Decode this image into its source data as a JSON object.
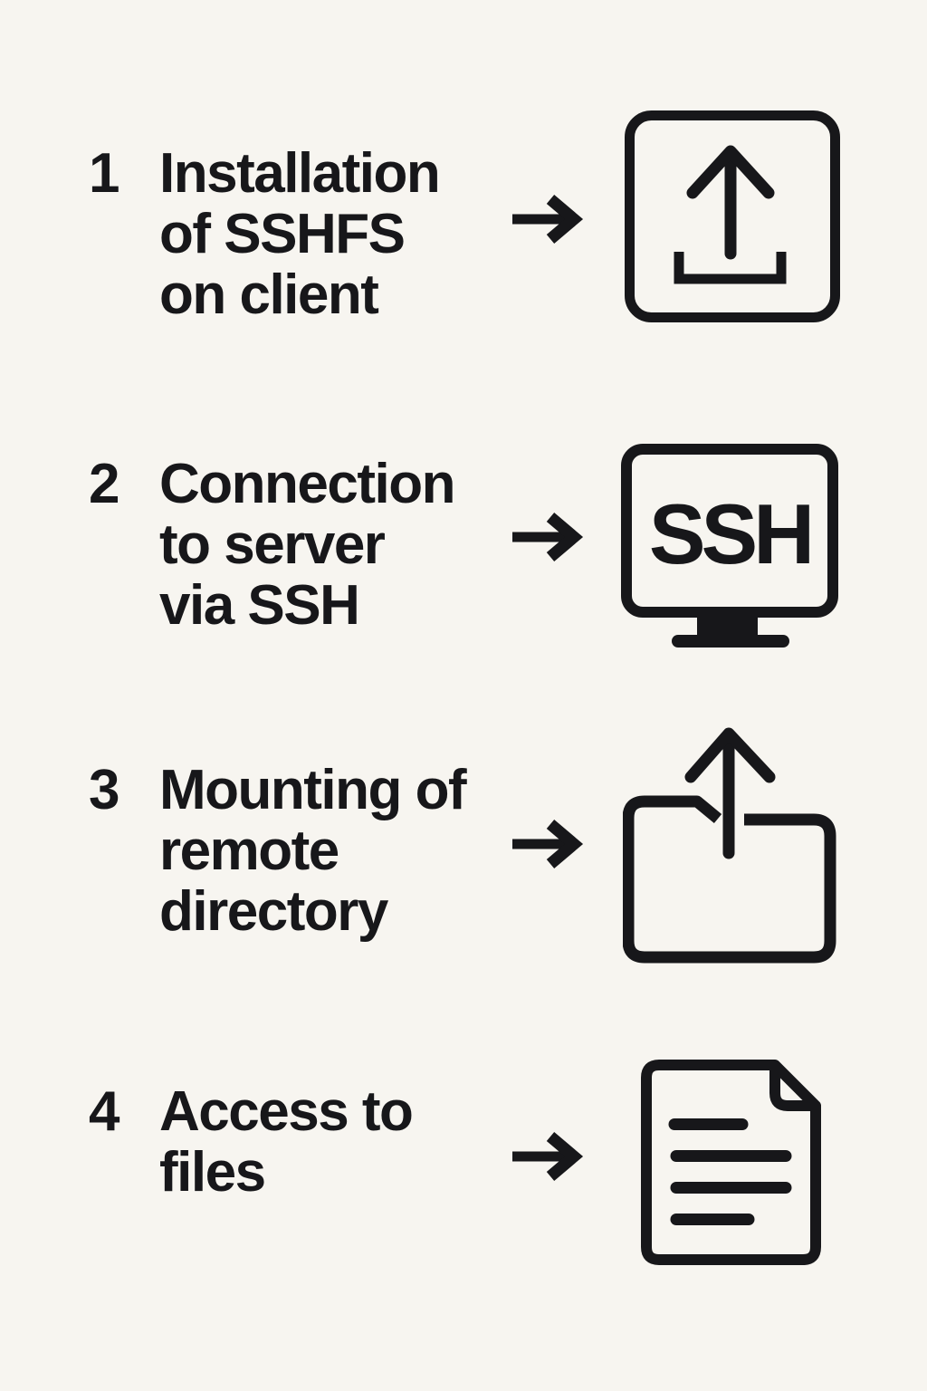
{
  "page": {
    "background_color": "#f7f5f0",
    "ink_color": "#17171a"
  },
  "steps": [
    {
      "number": "1",
      "label": "Installation\nof SSHFS\non client",
      "icon": "upload-icon"
    },
    {
      "number": "2",
      "label": "Connection\nto server\nvia SSH",
      "icon": "ssh-monitor-icon",
      "icon_text": "SSH"
    },
    {
      "number": "3",
      "label": "Mounting of\nremote\ndirectory",
      "icon": "folder-upload-icon"
    },
    {
      "number": "4",
      "label": "Access to\nfiles",
      "icon": "file-document-icon"
    }
  ]
}
